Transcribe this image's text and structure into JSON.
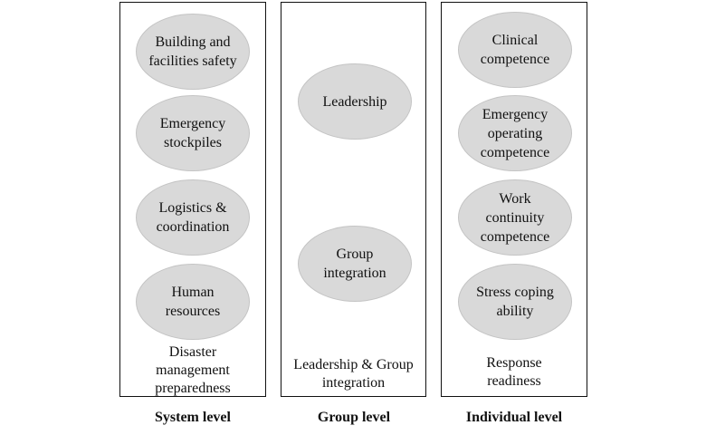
{
  "panels": {
    "system": {
      "items": [
        "Building and facilities safety",
        "Emergency stockpiles",
        "Logistics & coordination",
        "Human resources"
      ],
      "caption": "Disaster management preparedness",
      "level_label": "System level"
    },
    "group": {
      "items": [
        "Leadership",
        "Group integration"
      ],
      "caption": "Leadership & Group integration",
      "level_label": "Group level"
    },
    "individual": {
      "items": [
        "Clinical competence",
        "Emergency operating competence",
        "Work continuity competence",
        "Stress coping ability"
      ],
      "caption": "Response readiness",
      "level_label": "Individual level"
    }
  },
  "colors": {
    "ellipse_fill": "#d9d9d9",
    "border": "#111111"
  }
}
